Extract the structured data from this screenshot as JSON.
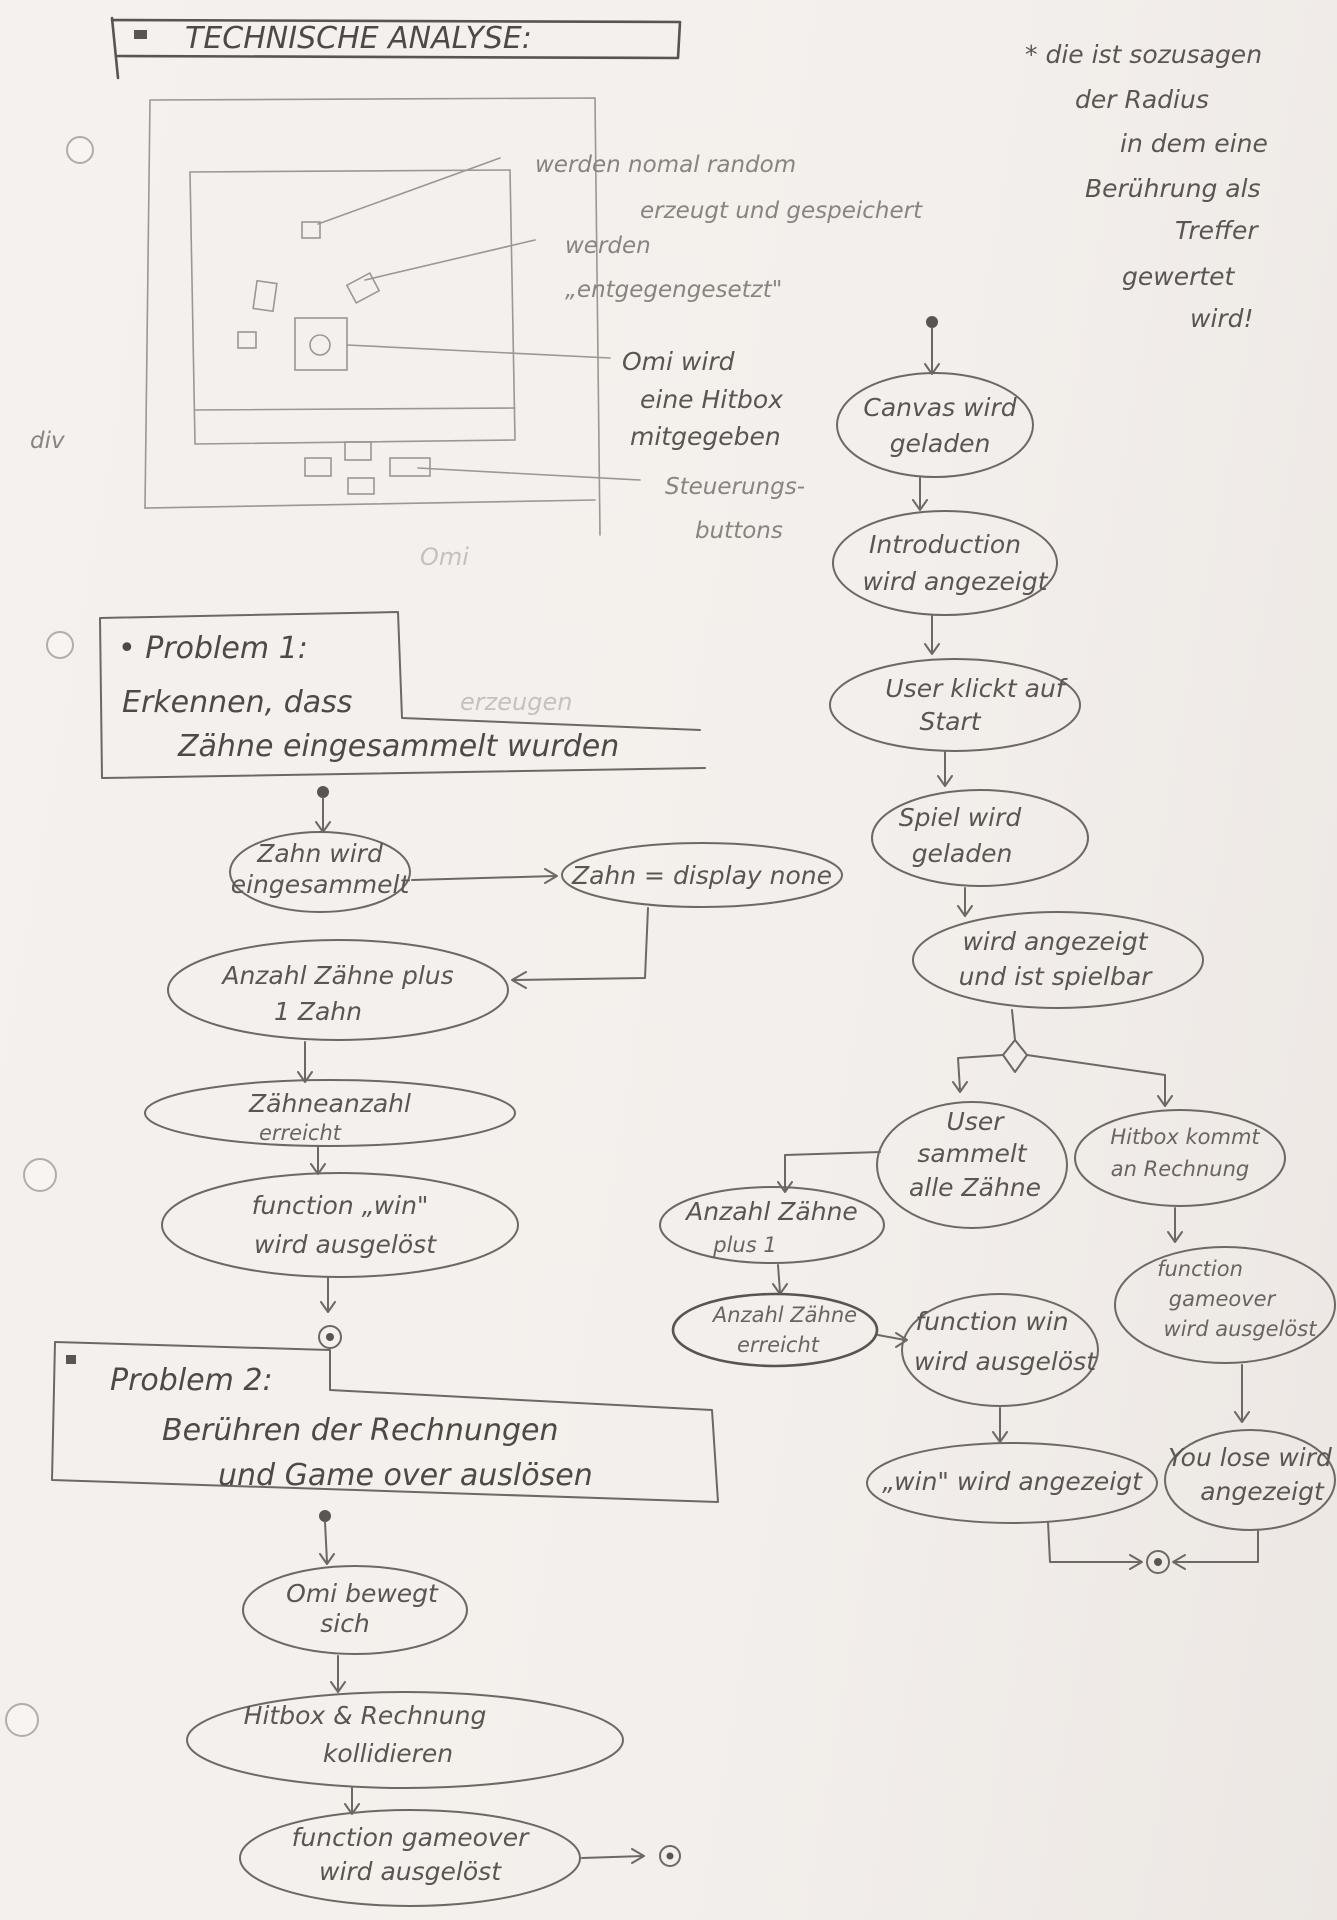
{
  "title": "TECHNISCHE ANALYSE:",
  "side_note": [
    "* die ist sozusagen",
    "der Radius",
    "in dem eine",
    "Berührung als",
    "Treffer",
    "gewertet",
    "wird!"
  ],
  "sketch": {
    "labels": [
      "werden nomal random",
      "erzeugt und gespeichert",
      "werden",
      "„entgegengesetzt\"",
      "Omi wird",
      "eine Hitbox",
      "mitgegeben",
      "Steuerungs-",
      "buttons",
      "div"
    ],
    "ghost": [
      "Omi",
      "erzeugen"
    ]
  },
  "problem1": {
    "heading": "• Problem 1:",
    "text": [
      "Erkennen, dass",
      "Zähne eingesammelt wurden"
    ]
  },
  "flow1": [
    [
      "Zahn wird",
      "eingesammelt"
    ],
    [
      "Zahn = display none"
    ],
    [
      "Anzahl Zähne plus",
      "1 Zahn"
    ],
    [
      "Zähneanzahl",
      "erreicht"
    ],
    [
      "function „win\"",
      "wird ausgelöst"
    ]
  ],
  "problem2": {
    "heading": "Problem 2:",
    "text": [
      "Berühren der Rechnungen",
      "und Game over auslösen"
    ]
  },
  "flow2": [
    [
      "Omi bewegt",
      "sich"
    ],
    [
      "Hitbox & Rechnung",
      "kollidieren"
    ],
    [
      "function gameover",
      "wird ausgelöst"
    ]
  ],
  "flow3": [
    [
      "Canvas wird",
      "geladen"
    ],
    [
      "Introduction",
      "wird angezeigt"
    ],
    [
      "User klickt auf",
      "Start"
    ],
    [
      "Spiel wird",
      "geladen"
    ],
    [
      "wird angezeigt",
      "und ist spielbar"
    ],
    [
      "User",
      "sammelt",
      "alle Zähne"
    ],
    [
      "Hitbox kommt",
      "an Rechnung"
    ],
    [
      "Anzahl Zähne",
      "plus 1"
    ],
    [
      "Anzahl Zähne",
      "erreicht"
    ],
    [
      "function win",
      "wird ausgelöst"
    ],
    [
      "function",
      "gameover",
      "wird ausgelöst"
    ],
    [
      "„win\" wird angezeigt"
    ],
    [
      "You lose wird",
      "angezeigt"
    ]
  ]
}
